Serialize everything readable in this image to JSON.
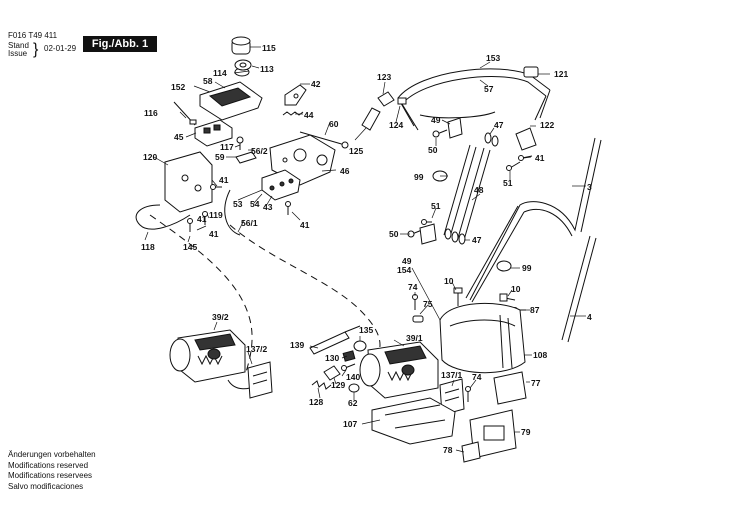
{
  "header": {
    "doc_id": "F016 T49 411",
    "stand_label": "Stand",
    "issue_label": "Issue",
    "date": "02-01-29",
    "figure": "Fig./Abb. 1"
  },
  "footer_notes": [
    "Änderungen vorbehalten",
    "Modifications reserved",
    "Modifications reservees",
    "Salvo modificaciones"
  ],
  "part_labels": {
    "p115": "115",
    "p114": "114",
    "p113": "113",
    "p58": "58",
    "p152": "152",
    "p42": "42",
    "p116": "116",
    "p44": "44",
    "p45": "45",
    "p60": "60",
    "p117": "117",
    "p56_2": "56/2",
    "p59": "59",
    "p120": "120",
    "p125": "125",
    "p46": "46",
    "p41a": "41",
    "p53": "53",
    "p54": "54",
    "p43": "43",
    "p119": "119",
    "p41b": "41",
    "p56_1": "56/1",
    "p41c": "41",
    "p118": "118",
    "p145": "145",
    "p123": "123",
    "p153": "153",
    "p121": "121",
    "p57": "57",
    "p124": "124",
    "p49": "49",
    "p47a": "47",
    "p122": "122",
    "p50a": "50",
    "p41d": "41",
    "p51a": "51",
    "p99a": "99",
    "p3": "3",
    "p48": "48",
    "p51b": "51",
    "p50b": "50",
    "p47b": "47",
    "p49b": "49",
    "p154": "154",
    "p99b": "99",
    "p10a": "10",
    "p74a": "74",
    "p75": "75",
    "p10b": "10",
    "p87": "87",
    "p4": "4",
    "p39_2": "39/2",
    "p137_2": "137/2",
    "p135": "135",
    "p139": "139",
    "p39_1": "39/1",
    "p108": "108",
    "p130": "130",
    "p129": "129",
    "p140": "140",
    "p128": "128",
    "p62": "62",
    "p137_1": "137/1",
    "p74b": "74",
    "p77": "77",
    "p107": "107",
    "p79": "79",
    "p78": "78"
  }
}
